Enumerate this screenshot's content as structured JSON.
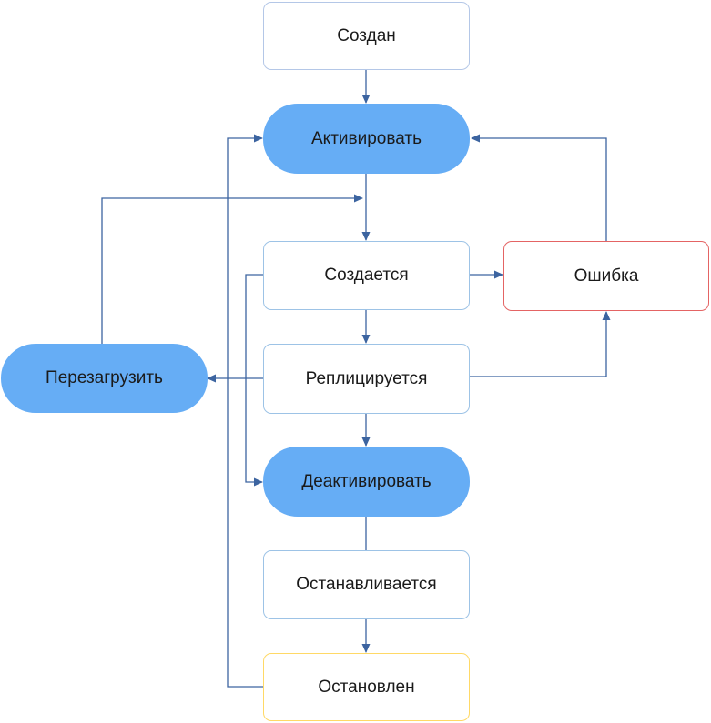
{
  "nodes": {
    "created": "Создан",
    "activate": "Активировать",
    "creating": "Создается",
    "error": "Ошибка",
    "reload": "Перезагрузить",
    "replicating": "Реплицируется",
    "deactivate": "Деактивировать",
    "stopping": "Останавливается",
    "stopped": "Остановлен"
  },
  "colors": {
    "connector": "#3c64a0",
    "action_fill": "#66adf5",
    "state_border": "#9dc3e6",
    "error_border": "#e46464",
    "stopped_border": "#ffd966"
  }
}
